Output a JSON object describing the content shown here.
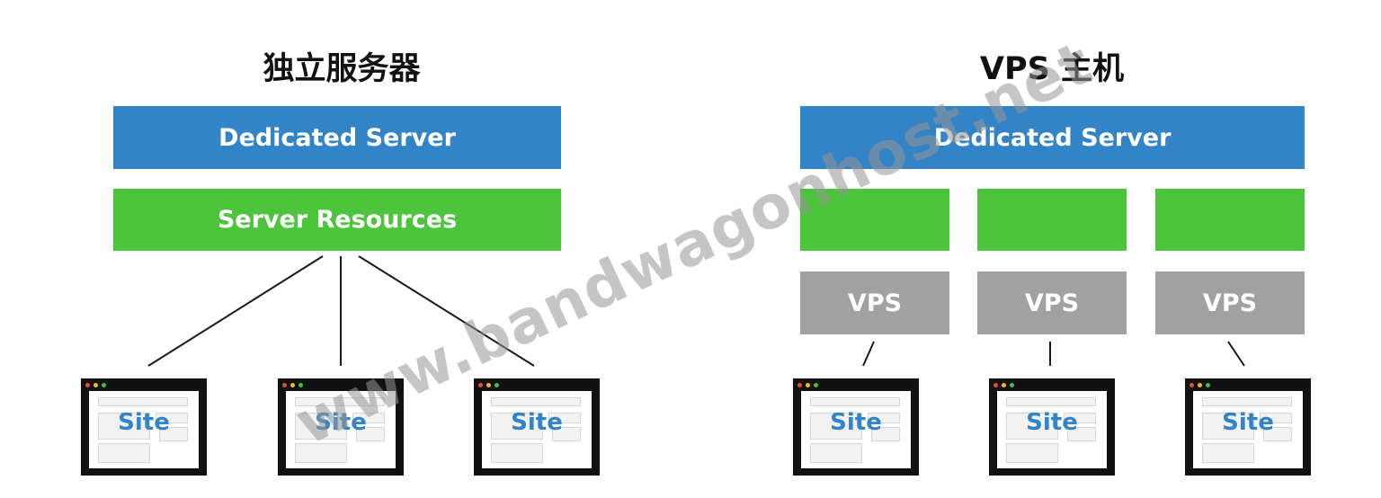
{
  "left": {
    "title": "独立服务器",
    "dedicated_label": "Dedicated Server",
    "resources_label": "Server Resources",
    "sites": [
      "Site",
      "Site",
      "Site"
    ]
  },
  "right": {
    "title": "VPS 主机",
    "dedicated_label": "Dedicated Server",
    "vps": [
      "VPS",
      "VPS",
      "VPS"
    ],
    "sites": [
      "Site",
      "Site",
      "Site"
    ]
  },
  "watermark": "www.bandwagonhost.net",
  "colors": {
    "blue": "#3384c6",
    "green": "#4cc43b",
    "gray": "#a1a1a1",
    "dot_red": "#e8493d",
    "dot_yellow": "#f5b82c",
    "dot_green": "#3ec247"
  },
  "icons": [
    "browser-window-icon"
  ]
}
